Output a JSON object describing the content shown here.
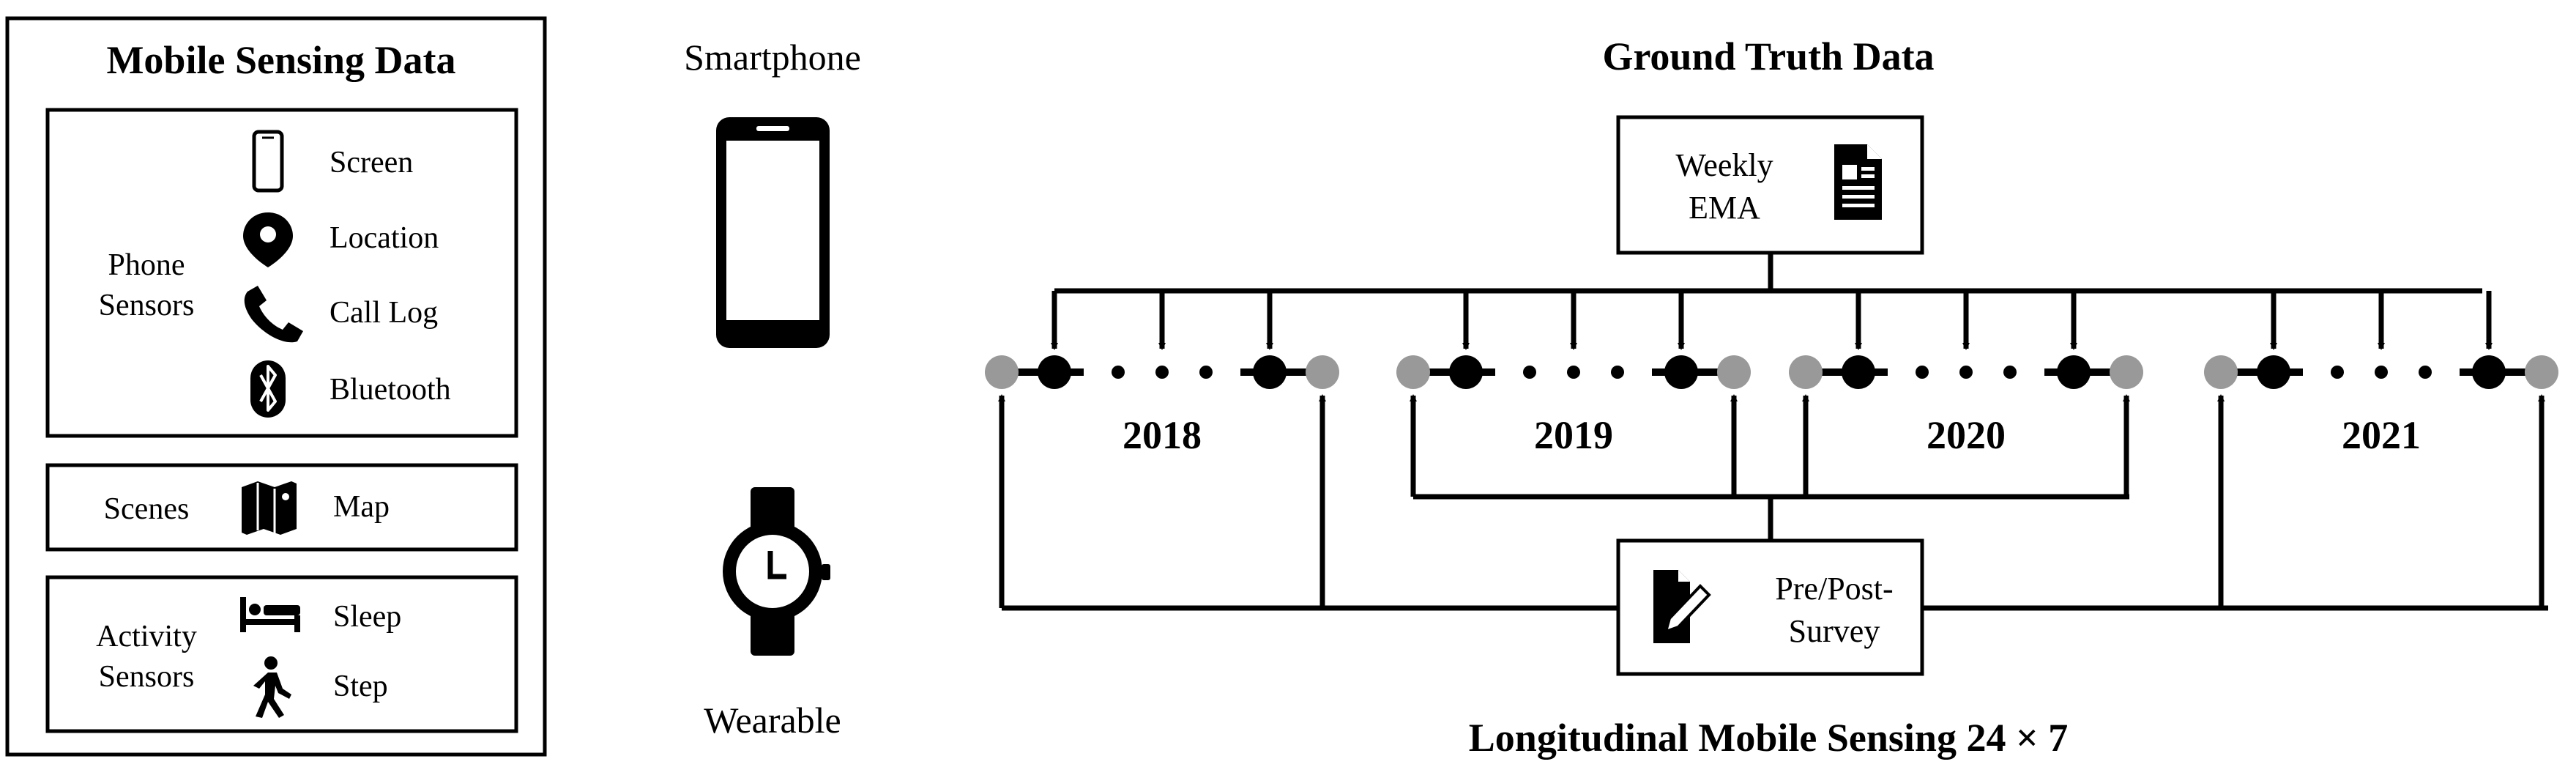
{
  "left_panel": {
    "title": "Mobile Sensing Data",
    "phone_group": {
      "label_line1": "Phone",
      "label_line2": "Sensors",
      "items": [
        {
          "label": "Screen",
          "icon": "smartphone-icon"
        },
        {
          "label": "Location",
          "icon": "location-pin-icon"
        },
        {
          "label": "Call Log",
          "icon": "phone-handset-icon"
        },
        {
          "label": "Bluetooth",
          "icon": "bluetooth-icon"
        }
      ]
    },
    "scenes_group": {
      "label": "Scenes",
      "items": [
        {
          "label": "Map",
          "icon": "map-icon"
        }
      ]
    },
    "activity_group": {
      "label_line1": "Activity",
      "label_line2": "Sensors",
      "items": [
        {
          "label": "Sleep",
          "icon": "bed-icon"
        },
        {
          "label": "Step",
          "icon": "walking-person-icon"
        }
      ]
    }
  },
  "devices": {
    "smartphone_label": "Smartphone",
    "wearable_label": "Wearable"
  },
  "ground_truth": {
    "title": "Ground Truth Data",
    "ema_line1": "Weekly",
    "ema_line2": "EMA",
    "survey_line1": "Pre/Post-",
    "survey_line2": "Survey"
  },
  "timeline": {
    "years": [
      "2018",
      "2019",
      "2020",
      "2021"
    ],
    "dots": "• • •"
  },
  "footer": {
    "caption": "Longitudinal Mobile Sensing 24 × 7"
  },
  "colors": {
    "ink": "#000000",
    "gray_node": "#999999",
    "background": "#ffffff"
  }
}
